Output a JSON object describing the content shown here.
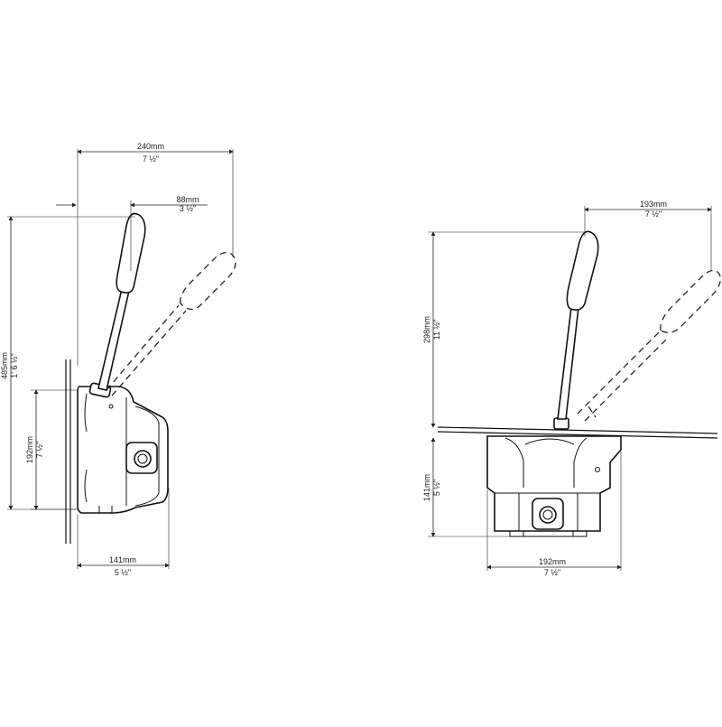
{
  "left_view": {
    "total_width": {
      "mm": "240mm",
      "inch": "7 ½\""
    },
    "handle_offset": {
      "mm": "88mm",
      "inch": "3 ½\""
    },
    "total_height": {
      "mm": "485mm",
      "inch": "1' 6 ½\""
    },
    "body_height": {
      "mm": "192mm",
      "inch": "7 ½\""
    },
    "body_depth": {
      "mm": "141mm",
      "inch": "5 ½\""
    }
  },
  "right_view": {
    "handle_swing": {
      "mm": "193mm",
      "inch": "7 ½\""
    },
    "handle_height": {
      "mm": "298mm",
      "inch": "11 ½\""
    },
    "body_depth": {
      "mm": "141mm",
      "inch": "5 ½\""
    },
    "body_width": {
      "mm": "192mm",
      "inch": "7 ½\""
    }
  }
}
